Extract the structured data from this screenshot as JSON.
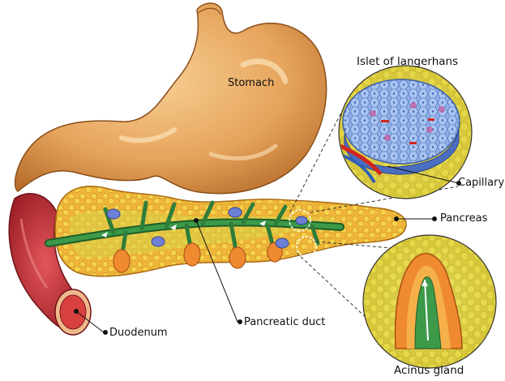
{
  "labels": {
    "stomach": "Stomach",
    "islet": "Islet of langerhans",
    "capillary": "Capillary",
    "pancreas": "Pancreas",
    "pancreatic_duct": "Pancreatic duct",
    "duodenum": "Duodenum",
    "acinus": "Acinus gland"
  },
  "colors": {
    "stomach": "#e6a45c",
    "stomach_shadow": "#b86f2c",
    "pancreas": "#f2a93b",
    "pancreas_lobule": "#f6d24a",
    "duct": "#2f7d3a",
    "duodenum": "#c8323b",
    "islet_cells": "#8fb0e8",
    "inset_bg": "#e8d948",
    "vessel_red": "#d0281e",
    "vessel_blue": "#2f5fb8"
  }
}
